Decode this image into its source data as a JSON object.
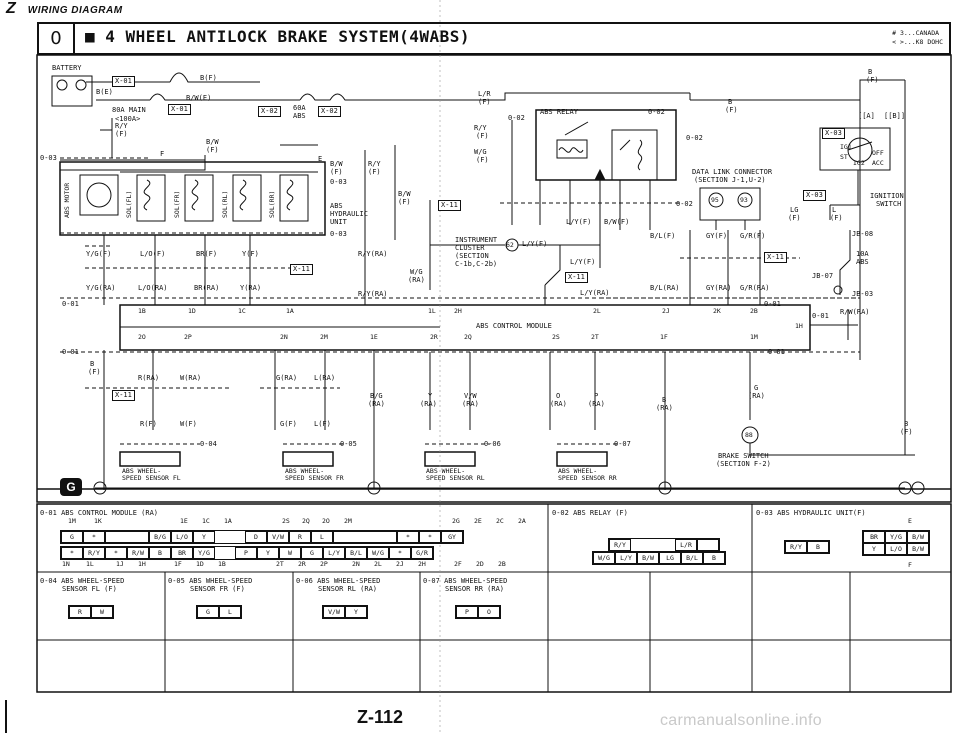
{
  "header": {
    "z": "Z",
    "title": "WIRING DIAGRAM"
  },
  "section": {
    "number": "0",
    "title": "■ 4 WHEEL ANTILOCK BRAKE SYSTEM(4WABS)",
    "notes": [
      "# 3...CANADA",
      "< >...K8 DOHC"
    ]
  },
  "top": {
    "battery": "BATTERY",
    "x01a": "X-01",
    "b_e": "B(E)",
    "b_f": "B(F)",
    "bw_e": "B/W(E)",
    "main80": "80A MAIN",
    "x01b": "X-01",
    "main100": "<100A>",
    "ry": "R/Y",
    "f1": "(F)",
    "bw": "B/W",
    "f2": "(F)",
    "x02a": "X-02",
    "abs60": "60A",
    "abs60b": "ABS",
    "x02b": "X-02",
    "lr": "L/R",
    "lrf": "(F)",
    "b_right": "B",
    "b_right_f": "(F)",
    "b_far": "B",
    "b_far_f": "(F)",
    "ca": "[[A]",
    "cb": "[[B]]",
    "o03top": "0-03",
    "fmark": "F",
    "e_mark": "E",
    "unit_side": "ABS MOTOR",
    "sol1": "SOL(FL)",
    "sol2": "SOL(FR)",
    "sol3": "SOL(RL)",
    "sol4": "SOL(RR)",
    "bw_f": "B/W",
    "bw_f2": "(F)",
    "o03mid": "0-03",
    "ry2": "R/Y",
    "ry2f": "(F)",
    "bw3": "B/W",
    "bw3f": "(F)",
    "hyd1": "ABS",
    "hyd2": "HYDRAULIC",
    "hyd3": "UNIT",
    "o03bot": "0-03",
    "w1": "Y/G(F)",
    "w2": "L/O(F)",
    "w3": "BR(F)",
    "w4": "Y(F)",
    "x11a": "X-11",
    "w5": "Y/G(RA)",
    "w6": "L/O(RA)",
    "w7": "BR(RA)",
    "w8": "Y(RA)",
    "ryra": "R/Y(RA)",
    "ryra2": "R/Y(RA)",
    "wg": "W/G",
    "wgra": "(RA)",
    "relay": "ABS RELAY",
    "o02a": "0-02",
    "o02b": "0-02",
    "ry3": "R/Y",
    "ry3f": "(F)",
    "wg3": "W/G",
    "wg3f": "(F)",
    "x11b": "X-11",
    "o02c": "0-02",
    "lyf": "L/Y(F)",
    "bwf": "B/W(F)",
    "cluster1": "INSTRUMENT",
    "cluster2": "CLUSTER",
    "cluster3": "(SECTION",
    "cluster4": "C-1b,C-2b)",
    "c62": "62",
    "lyf2": "L/Y(F)",
    "lyf3": "L/Y(F)",
    "x11c": "X-11",
    "lyra": "L/Y(RA)",
    "dlc1": "DATA LINK CONNECTOR",
    "dlc2": "(SECTION J-1,U-2)",
    "p95a": "95",
    "p95b": "93",
    "blf": "B/L(F)",
    "gyf": "GY(F)",
    "grf": "G/R(F)",
    "x11d": "X-11",
    "blra": "B/L(RA)",
    "gyra": "GY(RA)",
    "grra": "G/R(RA)",
    "o01right": "0-01",
    "x03a": "X-03",
    "ig": "IG1",
    "st": "ST",
    "ig2": "IG2",
    "acc": "ACC",
    "off": "OFF",
    "x03b": "X-03",
    "ign1": "IGNITION",
    "ign2": "SWITCH",
    "lg": "LG",
    "lgf": "(F)",
    "l": "L",
    "lf": "(F)",
    "jb08": "JB-08",
    "fuse1": "10A",
    "fuse2": "ABS",
    "jb07": "JB-07",
    "jb03": "JB-03",
    "o01r2": "0-01",
    "rwra": "R/W(RA)"
  },
  "module": {
    "label": "ABS CONTROL MODULE",
    "o01a": "0-01",
    "o01b": "0-01",
    "o01c": "0-01",
    "pins_top": [
      "1B",
      "1D",
      "1C",
      "1A",
      "1L",
      "2H",
      "2L",
      "2J",
      "2K",
      "2B"
    ],
    "pins_bot": [
      "2O",
      "2P",
      "2N",
      "2M",
      "1E",
      "2R",
      "2Q",
      "2S",
      "2T",
      "1F",
      "1M"
    ],
    "p_1h": "1H"
  },
  "lower": {
    "b": "B",
    "bf": "(F)",
    "rra": "R(RA)",
    "wra": "W(RA)",
    "x11": "X-11",
    "rf": "R(F)",
    "wf": "W(F)",
    "o04": "0-04",
    "s1a": "ABS WHEEL-",
    "s1b": "SPEED SENSOR FL",
    "gra": "G(RA)",
    "lra": "L(RA)",
    "gf": "G(F)",
    "lf2": "L(F)",
    "o05": "0-05",
    "s2a": "ABS WHEEL-",
    "s2b": "SPEED SENSOR FR",
    "bg": "B/G",
    "bgra": "(RA)",
    "yl": "Y",
    "ylra": "(RA)",
    "vw": "V/W",
    "vwra": "(RA)",
    "o06": "0-06",
    "s3a": "ABS WHEEL-",
    "s3b": "SPEED SENSOR RL",
    "o": "O",
    "ora": "(RA)",
    "p": "P",
    "pra": "(RA)",
    "o07": "0-07",
    "s4a": "ABS WHEEL-",
    "s4b": "SPEED SENSOR RR",
    "b2": "B",
    "b2ra": "(RA)",
    "g": "G",
    "gra2": "(RA)",
    "bsw1": "BRAKE SWITCH",
    "bsw2": "(SECTION F-2)",
    "p88": "88",
    "b3": "B",
    "b3f": "(F)",
    "g_badge": "G"
  },
  "connectors": {
    "c01": {
      "title": "0-01  ABS CONTROL MODULE  (RA)",
      "top_nums": [
        "1M",
        "1K",
        "1E",
        "1C",
        "1A",
        "2S",
        "2Q",
        "2O",
        "2M",
        "2G",
        "2E",
        "2C",
        "2A"
      ],
      "row1": [
        "G",
        "*",
        "",
        "B/G",
        "L/O",
        "Y",
        "D",
        "V/W",
        "R",
        "L",
        "",
        "*",
        "*",
        "GY"
      ],
      "row2": [
        "*",
        "R/Y",
        "*",
        "R/W",
        "B",
        "BR",
        "Y/G",
        "P",
        "Y",
        "W",
        "G",
        "L/Y",
        "B/L",
        "W/G",
        "*",
        "G/R"
      ],
      "bot_nums": [
        "1N",
        "1L",
        "1J",
        "1H",
        "1F",
        "1D",
        "1B",
        "2T",
        "2R",
        "2P",
        "2N",
        "2L",
        "2J",
        "2H",
        "2F",
        "2D",
        "2B"
      ]
    },
    "c02": {
      "title": "0-02  ABS RELAY  (F)",
      "top": [
        "R/Y",
        "",
        "L/R",
        ""
      ],
      "bot": [
        "W/G",
        "L/Y",
        "B/W",
        "LG",
        "B/L",
        "B"
      ]
    },
    "c03": {
      "title": "0-03  ABS HYDRAULIC UNIT(F)",
      "left": [
        "R/Y",
        "B"
      ],
      "right": [
        "BR",
        "Y/G",
        "B/W",
        "Y",
        "L/O",
        "B/W"
      ],
      "e": "E",
      "f": "F"
    },
    "c04": {
      "title": "0-04  ABS WHEEL-SPEED",
      "sub": "SENSOR FL (F)",
      "pins": [
        "R",
        "W"
      ]
    },
    "c05": {
      "title": "0-05  ABS WHEEL-SPEED",
      "sub": "SENSOR FR (F)",
      "pins": [
        "G",
        "L"
      ]
    },
    "c06": {
      "title": "0-06  ABS WHEEL-SPEED",
      "sub": "SENSOR RL (RA)",
      "pins": [
        "V/W",
        "Y"
      ]
    },
    "c07": {
      "title": "0-07  ABS WHEEL-SPEED",
      "sub": "SENSOR RR (RA)",
      "pins": [
        "P",
        "O"
      ]
    }
  },
  "footer": {
    "page": "Z-112",
    "watermark": "carmanualsonline.info"
  }
}
